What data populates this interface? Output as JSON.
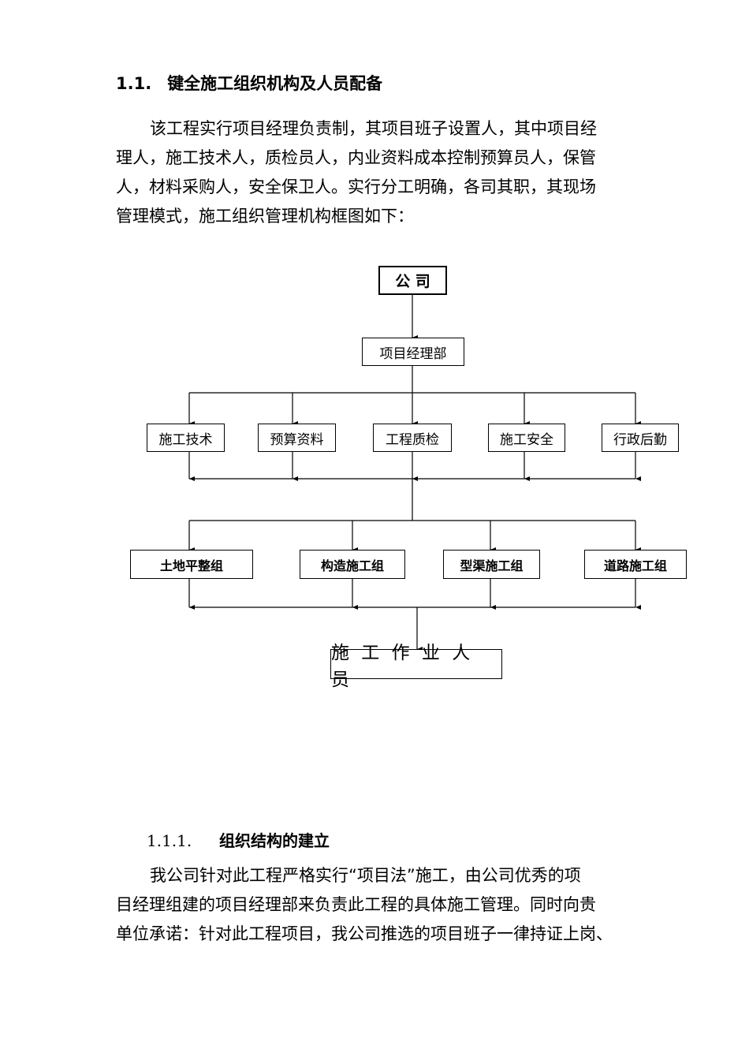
{
  "heading": {
    "number": "1.1.",
    "title": "键全施工组织机构及人员配备"
  },
  "paragraph1": [
    "该工程实行项目经理负责制，其项目班子设置人，其中项目经",
    "理人，施工技术人，质检员人，内业资料成本控制预算员人，保管",
    "人，材料采购人，安全保卫人。实行分工明确，各司其职，其现场",
    "管理模式，施工组织管理机构框图如下："
  ],
  "org_chart": {
    "top": "公 司",
    "manager": "项目经理部",
    "departments": [
      "施工技术",
      "预算资料",
      "工程质检",
      "施工安全",
      "行政后勤"
    ],
    "teams": [
      "土地平整组",
      "构造施工组",
      "型渠施工组",
      "道路施工组"
    ],
    "workers": "施 工 作 业 人 员"
  },
  "subheading": {
    "number": "1.1.1.",
    "title": "组织结构的建立"
  },
  "paragraph2": [
    "我公司针对此工程严格实行“项目法”施工，由公司优秀的项",
    "目经理组建的项目经理部来负责此工程的具体施工管理。同时向贵",
    "单位承诺：针对此工程项目，我公司推选的项目班子一律持证上岗、"
  ]
}
